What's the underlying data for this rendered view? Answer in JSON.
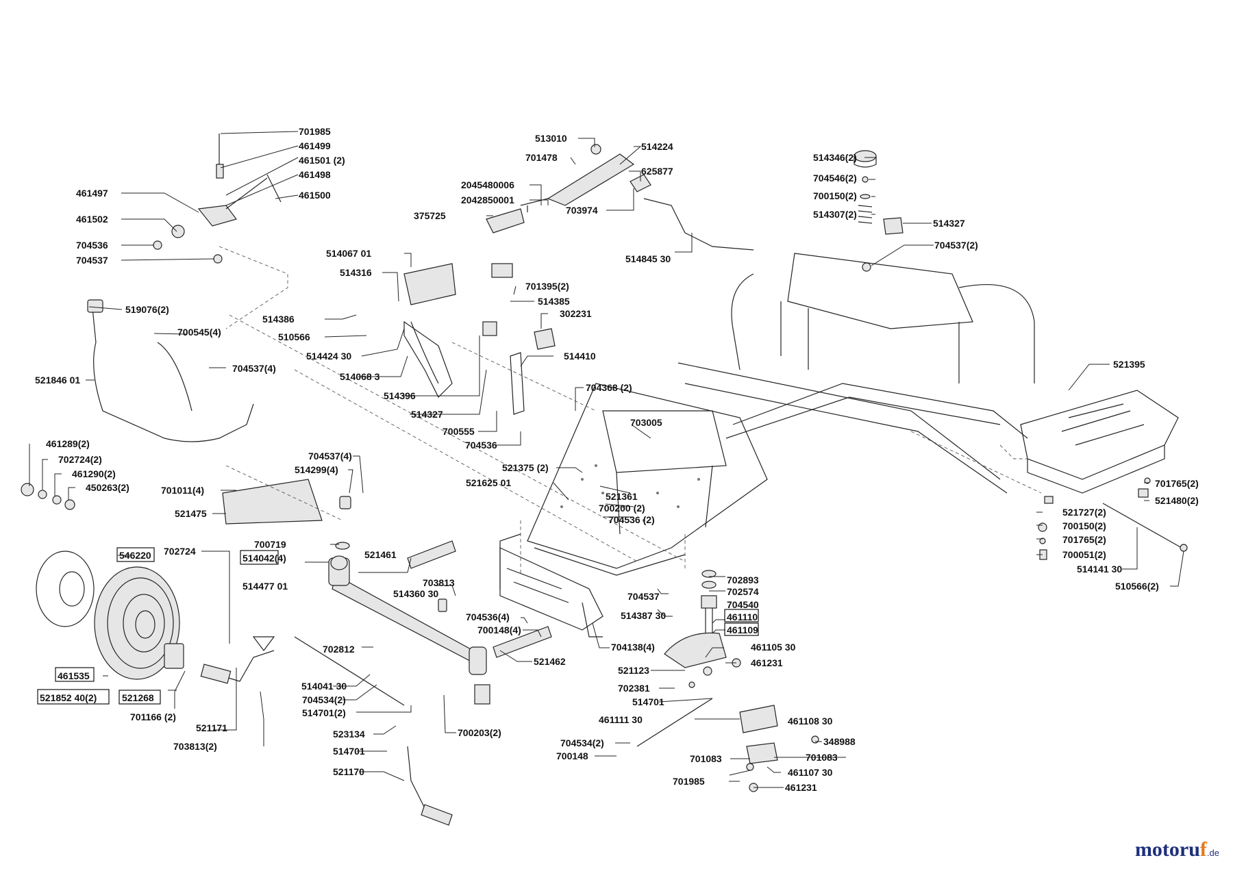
{
  "brand": {
    "text": "motoruf",
    "accent": "f",
    "tld": ".de",
    "colors": {
      "primary": "#1d2f7a",
      "accent": "#e07a1f"
    }
  },
  "labels": [
    "701985",
    "461499",
    "461501 (2)",
    "461498",
    "461497",
    "461500",
    "461502",
    "704536",
    "704537",
    "513010",
    "514224",
    "701478",
    "625877",
    "2045480006",
    "2042850001",
    "703974",
    "375725",
    "514845 30",
    "514346(2)",
    "704546(2)",
    "700150(2)",
    "514307(2)",
    "514327",
    "704537(2)",
    "514067 01",
    "514316",
    "701395(2)",
    "514385",
    "514386",
    "302231",
    "510566",
    "514424 30",
    "514410",
    "514068 3",
    "514396",
    "514327",
    "519076(2)",
    "700545(4)",
    "704537(4)",
    "521846 01",
    "704368 (2)",
    "700555",
    "704536",
    "703005",
    "521395",
    "461289(2)",
    "702724(2)",
    "461290(2)",
    "450263(2)",
    "704537(4)",
    "514299(4)",
    "701011(4)",
    "521375 (2)",
    "521625 01",
    "521475",
    "521361",
    "700200 (2)",
    "704536 (2)",
    "701765(2)",
    "521480(2)",
    "521727(2)",
    "700150(2)",
    "701765(2)",
    "700051(2)",
    "514141 30",
    "510566(2)",
    "700719",
    "702724",
    "546220",
    "514042(4)",
    "521461",
    "514477 01",
    "703813",
    "514360 30",
    "702893",
    "702574",
    "704537",
    "704540",
    "514387 30",
    "461110",
    "461109",
    "704536(4)",
    "700148(4)",
    "704138(4)",
    "461105 30",
    "702812",
    "521462",
    "521123",
    "461231",
    "461535",
    "702381",
    "514701",
    "521852 40(2)",
    "521268",
    "514041 30",
    "701166 (2)",
    "521171",
    "704534(2)",
    "514701(2)",
    "461111 30",
    "461108 30",
    "700203(2)",
    "523134",
    "704534(2)",
    "348988",
    "703813(2)",
    "700148",
    "514701",
    "701083",
    "701083",
    "521170",
    "461107 30",
    "701985",
    "461231"
  ]
}
